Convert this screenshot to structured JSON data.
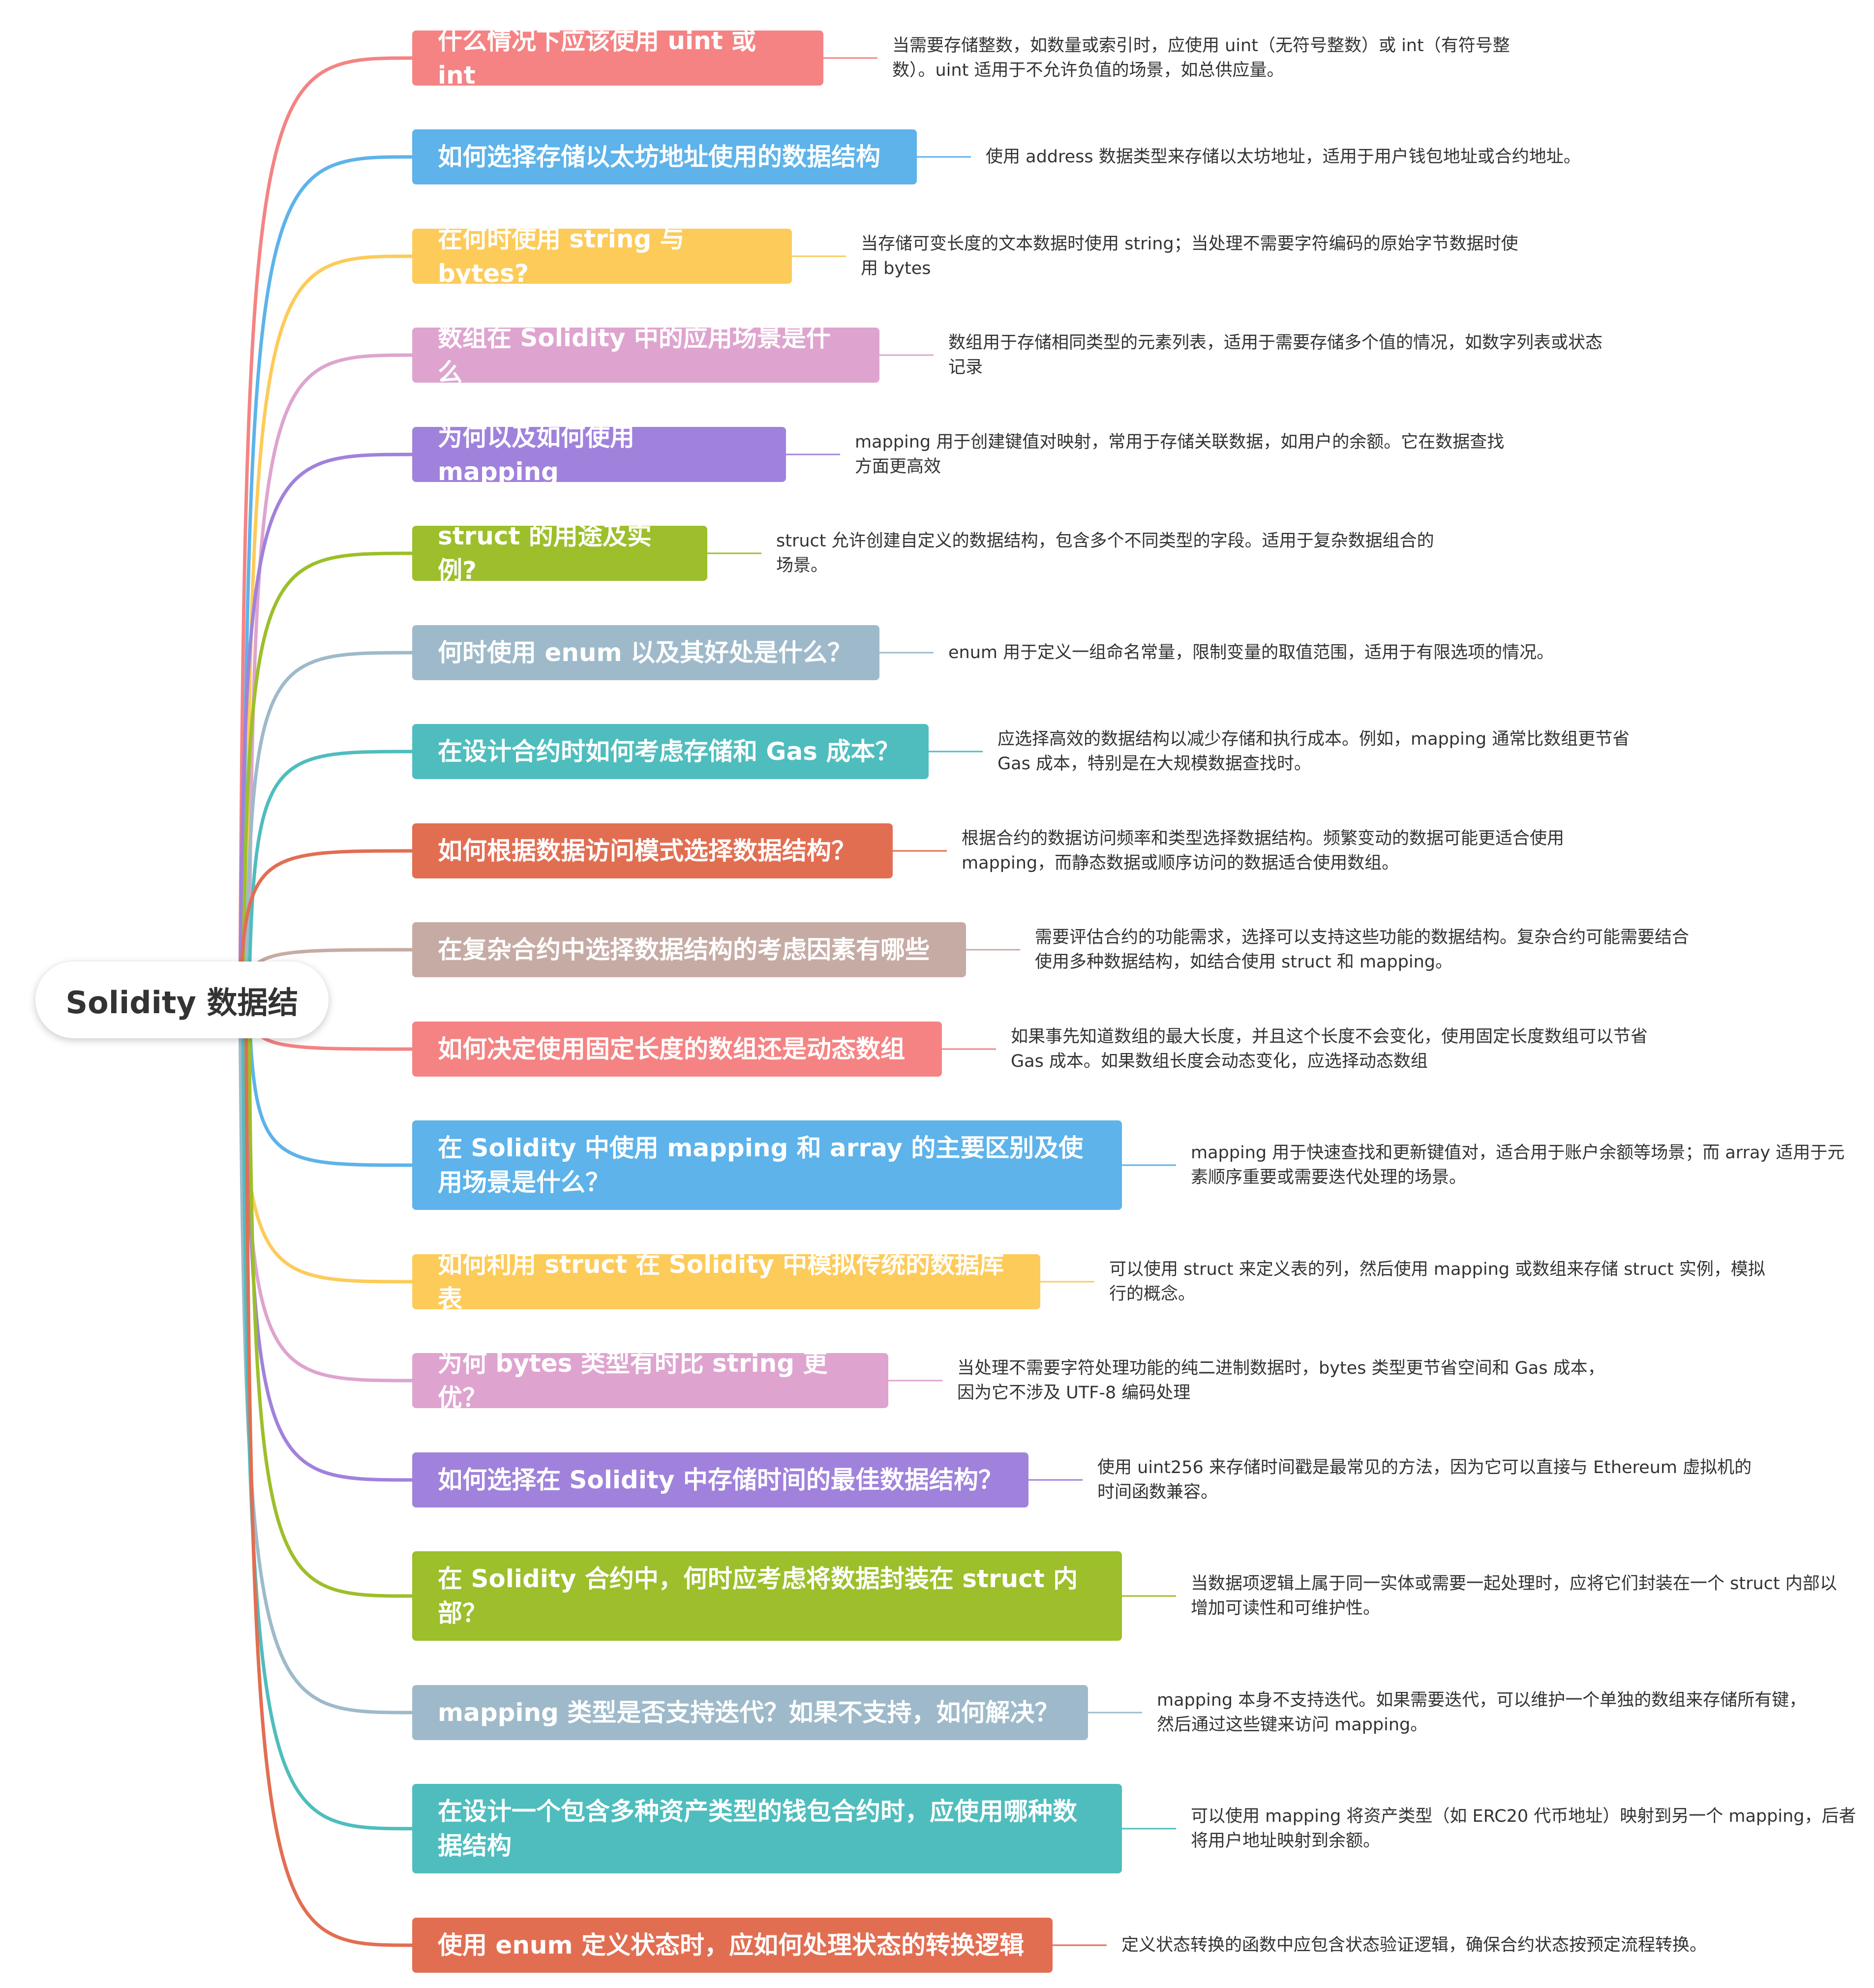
{
  "root": {
    "label": "Solidity 数据结"
  },
  "branches": [
    {
      "topic": "什么情况下应该使用 uint 或 int",
      "color": "#F58383",
      "detail": [
        "当需要存储整数，如数量或索引时，应使用 uint（无符号整数）或 int（有符号整",
        "数）。uint 适用于不允许负值的场景，如总供应量。"
      ]
    },
    {
      "topic": "如何选择存储以太坊地址使用的数据结构",
      "color": "#5DB3EA",
      "detail": [
        "使用 address 数据类型来存储以太坊地址，适用于用户钱包地址或合约地址。"
      ]
    },
    {
      "topic": "在何时使用 string 与 bytes?",
      "color": "#FDCB5A",
      "detail": [
        "当存储可变长度的文本数据时使用 string；当处理不需要字符编码的原始字节数据时使",
        "用 bytes"
      ]
    },
    {
      "topic": "数组在 Solidity 中的应用场景是什么",
      "color": "#DEA4CF",
      "detail": [
        "数组用于存储相同类型的元素列表，适用于需要存储多个值的情况，如数字列表或状态",
        "记录"
      ]
    },
    {
      "topic": "为何以及如何使用 mapping",
      "color": "#A082DC",
      "detail": [
        "mapping 用于创建键值对映射，常用于存储关联数据，如用户的余额。它在数据查找",
        "方面更高效"
      ]
    },
    {
      "topic": "struct 的用途及实例?",
      "color": "#9CBF2B",
      "detail": [
        "struct 允许创建自定义的数据结构，包含多个不同类型的字段。适用于复杂数据组合的",
        "场景。"
      ]
    },
    {
      "topic": "何时使用 enum 以及其好处是什么？",
      "color": "#9EBACA",
      "detail": [
        "enum 用于定义一组命名常量，限制变量的取值范围，适用于有限选项的情况。"
      ]
    },
    {
      "topic": "在设计合约时如何考虑存储和 Gas 成本？",
      "color": "#4FBDBE",
      "detail": [
        "应选择高效的数据结构以减少存储和执行成本。例如，mapping 通常比数组更节省",
        "Gas 成本，特别是在大规模数据查找时。"
      ]
    },
    {
      "topic": "如何根据数据访问模式选择数据结构？",
      "color": "#E26E52",
      "detail": [
        "根据合约的数据访问频率和类型选择数据结构。频繁变动的数据可能更适合使用",
        "mapping，而静态数据或顺序访问的数据适合使用数组。"
      ]
    },
    {
      "topic": "在复杂合约中选择数据结构的考虑因素有哪些",
      "color": "#C6ABA4",
      "detail": [
        "需要评估合约的功能需求，选择可以支持这些功能的数据结构。复杂合约可能需要结合",
        "使用多种数据结构，如结合使用 struct 和 mapping。"
      ]
    },
    {
      "topic": "如何决定使用固定长度的数组还是动态数组",
      "color": "#F58383",
      "detail": [
        "如果事先知道数组的最大长度，并且这个长度不会变化，使用固定长度数组可以节省",
        "Gas 成本。如果数组长度会动态变化，应选择动态数组"
      ]
    },
    {
      "topic": "在 Solidity 中使用 mapping 和 array 的主要区别及使用场景是什么？",
      "color": "#5DB3EA",
      "detail": [
        "mapping 用于快速查找和更新键值对，适合用于账户余额等场景；而 array 适用于元",
        "素顺序重要或需要迭代处理的场景。"
      ]
    },
    {
      "topic": "如何利用 struct 在 Solidity 中模拟传统的数据库表",
      "color": "#FDCB5A",
      "detail": [
        "可以使用 struct 来定义表的列，然后使用 mapping 或数组来存储 struct 实例，模拟",
        "行的概念。"
      ]
    },
    {
      "topic": "为何 bytes 类型有时比 string 更优？",
      "color": "#DEA4CF",
      "detail": [
        "当处理不需要字符处理功能的纯二进制数据时，bytes 类型更节省空间和 Gas 成本，",
        "因为它不涉及 UTF-8 编码处理"
      ]
    },
    {
      "topic": "如何选择在 Solidity 中存储时间的最佳数据结构？",
      "color": "#A082DC",
      "detail": [
        "使用 uint256 来存储时间戳是最常见的方法，因为它可以直接与 Ethereum 虚拟机的",
        "时间函数兼容。"
      ]
    },
    {
      "topic": "在 Solidity 合约中，何时应考虑将数据封装在 struct 内部？",
      "color": "#9CBF2B",
      "detail": [
        "当数据项逻辑上属于同一实体或需要一起处理时，应将它们封装在一个 struct 内部以",
        "增加可读性和可维护性。"
      ]
    },
    {
      "topic": "mapping 类型是否支持迭代？如果不支持，如何解决？",
      "color": "#9EBACA",
      "detail": [
        "mapping 本身不支持迭代。如果需要迭代，可以维护一个单独的数组来存储所有键，",
        "然后通过这些键来访问 mapping。"
      ]
    },
    {
      "topic": "在设计一个包含多种资产类型的钱包合约时，应使用哪种数据结构",
      "color": "#4FBDBE",
      "detail": [
        "可以使用 mapping 将资产类型（如 ERC20 代币地址）映射到另一个 mapping，后者",
        "将用户地址映射到余额。"
      ]
    },
    {
      "topic": "使用 enum 定义状态时，应如何处理状态的转换逻辑",
      "color": "#E26E52",
      "detail": [
        "定义状态转换的函数中应包含状态验证逻辑，确保合约状态按预定流程转换。"
      ]
    }
  ]
}
